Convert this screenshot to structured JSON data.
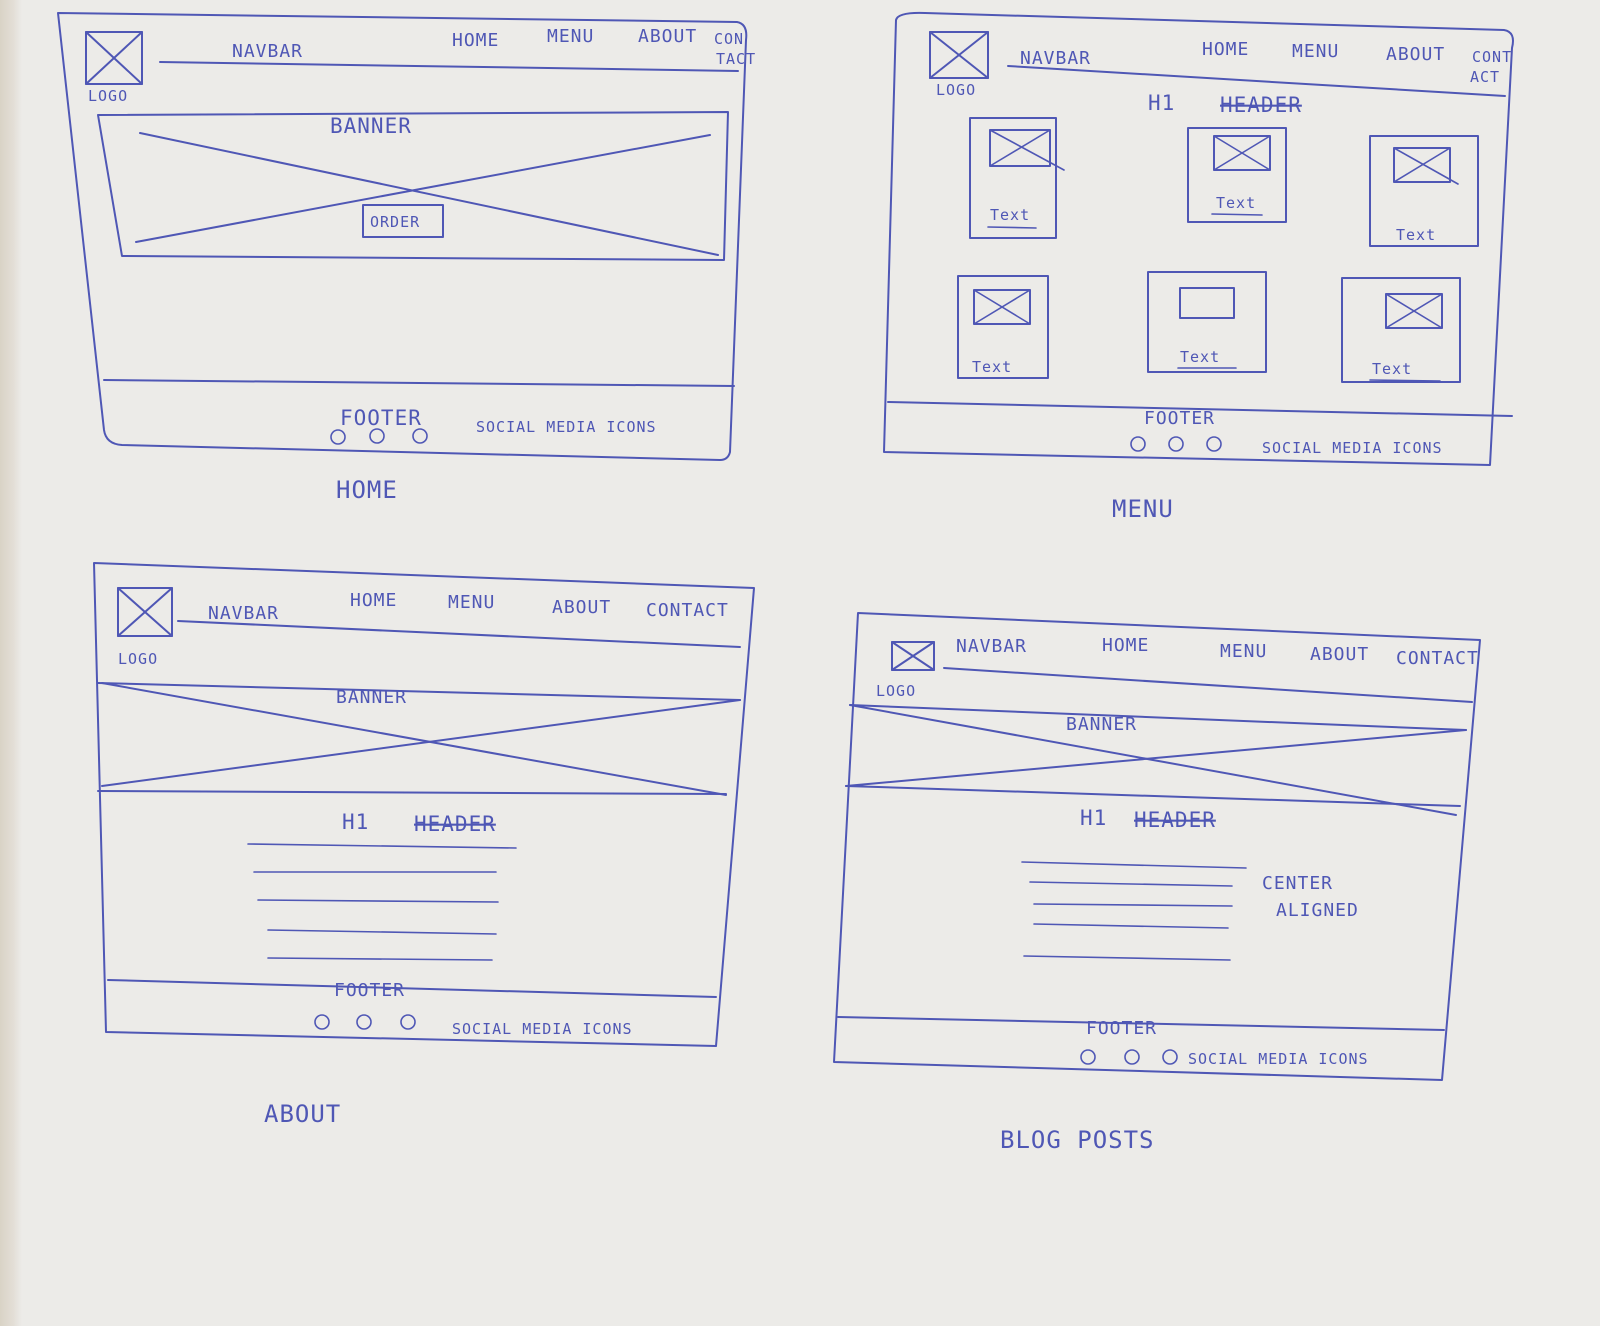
{
  "labels": {
    "logo": "LOGO",
    "navbar": "NAVBAR",
    "nav_home": "HOME",
    "nav_menu": "MENU",
    "nav_about": "ABOUT",
    "nav_contact": "CONTACT",
    "nav_contact_part1": "CON",
    "nav_contact_part2": "TACT",
    "nav_contact_b_part1": "CONT",
    "nav_contact_b_part2": "ACT",
    "banner": "BANNER",
    "order": "ORDER",
    "footer": "FOOTER",
    "social_media_icons": "SOCIAL MEDIA ICONS",
    "h1": "H1",
    "header": "HEADER",
    "text": "Text",
    "center": "CENTER",
    "aligned": "ALIGNED"
  },
  "pages": {
    "home": "HOME",
    "menu": "MENU",
    "about": "ABOUT",
    "blog": "BLOG POSTS"
  },
  "colors": {
    "ink": "#4f57b5",
    "paper": "#ecebe8"
  }
}
